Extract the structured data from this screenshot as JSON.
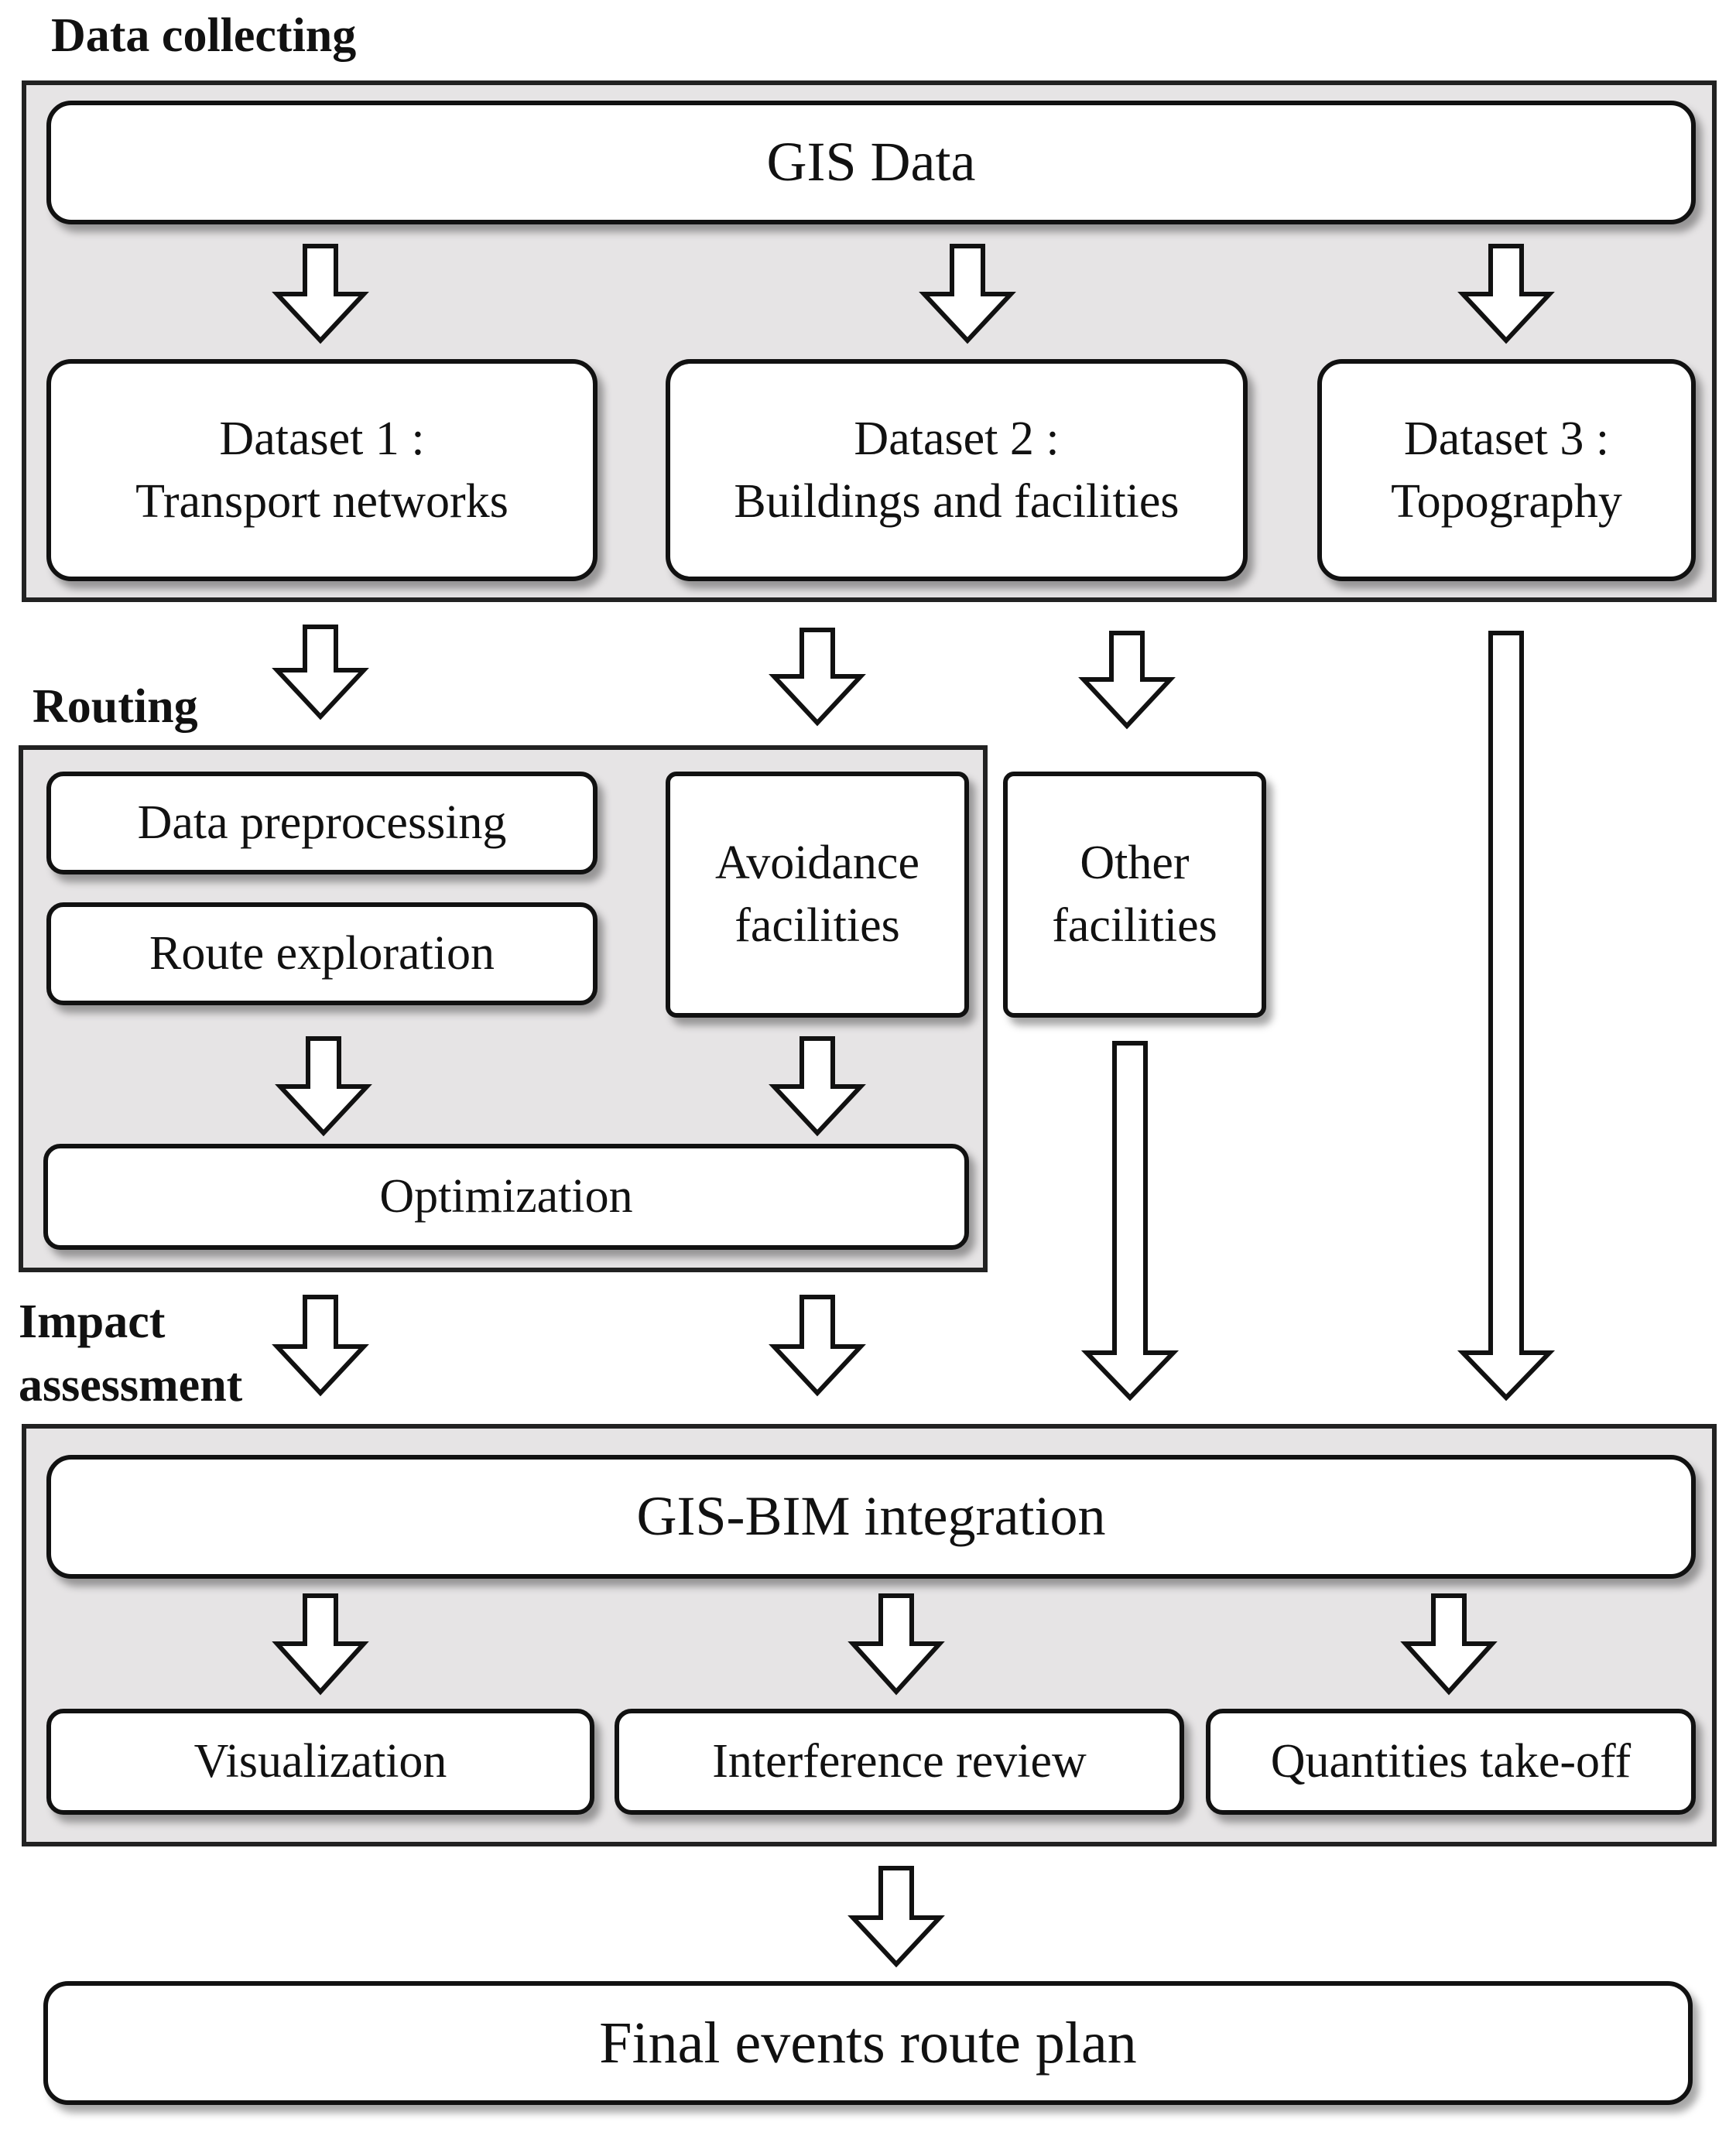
{
  "sections": {
    "data_collecting": "Data collecting",
    "routing": "Routing",
    "impact_assessment_line1": "Impact",
    "impact_assessment_line2": "assessment"
  },
  "data_collecting": {
    "gis_data": "GIS Data",
    "dataset1_line1": "Dataset 1 :",
    "dataset1_line2": "Transport networks",
    "dataset2_line1": "Dataset 2 :",
    "dataset2_line2": "Buildings and facilities",
    "dataset3_line1": "Dataset 3 :",
    "dataset3_line2": "Topography"
  },
  "routing": {
    "data_preprocessing": "Data preprocessing",
    "route_exploration": "Route exploration",
    "avoidance_line1": "Avoidance",
    "avoidance_line2": "facilities",
    "optimization": "Optimization"
  },
  "other_facilities": {
    "line1": "Other",
    "line2": "facilities"
  },
  "impact": {
    "gis_bim": "GIS-BIM integration",
    "visualization": "Visualization",
    "interference_review": "Interference review",
    "quantities_takeoff": "Quantities take-off"
  },
  "final": {
    "label": "Final events route plan"
  }
}
